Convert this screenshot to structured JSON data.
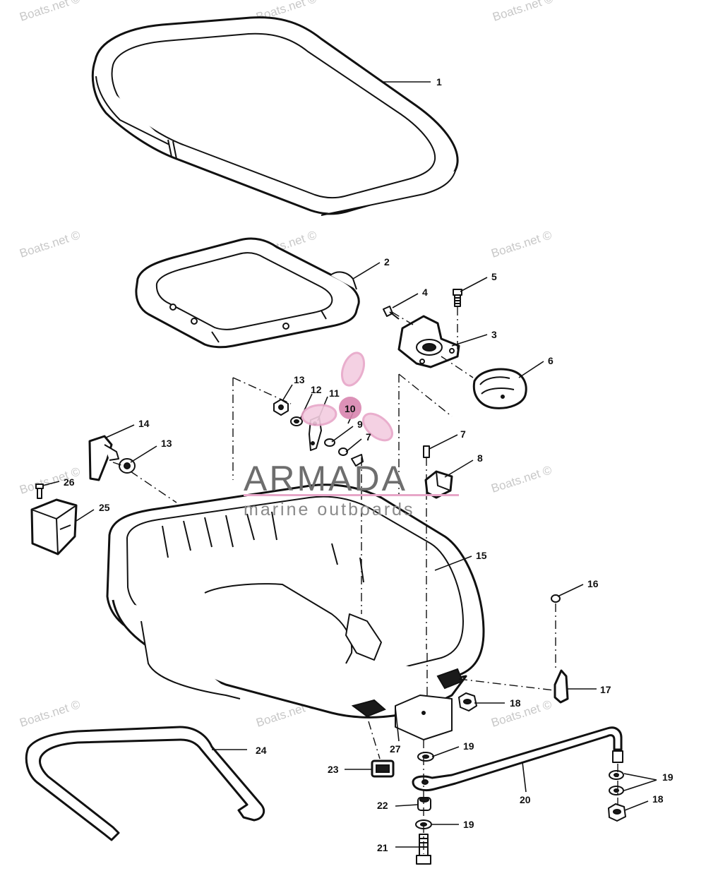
{
  "watermarks": {
    "text": "Boats.net ©",
    "top_left": "Boats.net ©",
    "top_center": "Boats.net ©",
    "top_right": "Boats.net ©",
    "mid_left": "Boats.net ©",
    "mid_center": "Boats.net ©",
    "mid_right": "Boats.net ©",
    "low_left": "Boats.net ©",
    "low_right": "Boats.net ©",
    "bottom_left": "Boats.net ©",
    "bottom_center": "Boats.net ©",
    "bottom_right": "Boats.net ©"
  },
  "logo": {
    "name": "ARMADA",
    "tagline": "marine outboards",
    "accent_color": "#e7a6c8",
    "text_color": "#6e6e6e"
  },
  "part_numbers": {
    "p1": "1",
    "p2": "2",
    "p3": "3",
    "p4": "4",
    "p5": "5",
    "p6": "6",
    "p7a": "7",
    "p7b": "7",
    "p8": "8",
    "p9": "9",
    "p10": "10",
    "p11": "11",
    "p12": "12",
    "p13a": "13",
    "p13b": "13",
    "p14": "14",
    "p15": "15",
    "p16": "16",
    "p17": "17",
    "p18a": "18",
    "p18b": "18",
    "p19a": "19",
    "p19b": "19",
    "p19c": "19",
    "p20": "20",
    "p21": "21",
    "p22": "22",
    "p23": "23",
    "p24": "24",
    "p25": "25",
    "p26": "26",
    "p27": "27"
  }
}
